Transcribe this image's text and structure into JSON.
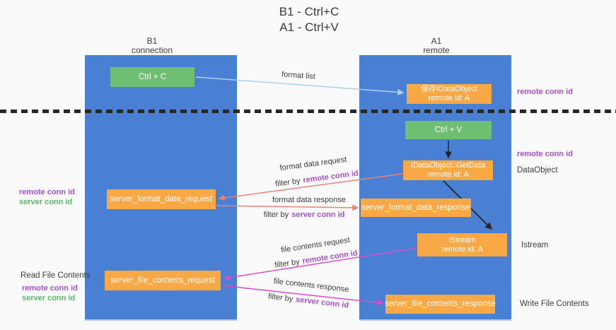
{
  "title": {
    "line1": "B1 - Ctrl+C",
    "line2": "A1 - Ctrl+V"
  },
  "columns": {
    "left": {
      "name": "B1",
      "role": "connection"
    },
    "right": {
      "name": "A1",
      "role": "remote"
    }
  },
  "nodes": {
    "ctrl_c": "Ctrl + C",
    "save_dataobject": {
      "line1": "保存IDataObject",
      "line2": "remote id: A"
    },
    "ctrl_v": "Ctrl + V",
    "getdata": {
      "line1": "IDataObject::GetData",
      "line2": "remote id: A"
    },
    "format_request": "server_format_data_request",
    "format_response": "server_format_data_response",
    "istream": {
      "line1": "IStream",
      "line2": "remote id: A"
    },
    "file_request": "server_file_contents_request",
    "file_response": "server_file_contents_response"
  },
  "labels": {
    "remote_conn_id": "remote conn id",
    "server_conn_id": "server conn id",
    "dataobject": "DataObject",
    "istream": "Istream",
    "read_file_contents": "Read File Contents",
    "write_file_contents": "Write File Contents"
  },
  "arrow_labels": {
    "format_list": "format list",
    "format_data_request": "format data request",
    "format_data_response": "format data response",
    "file_contents_request": "file contents request",
    "file_contents_response": "file contents response",
    "filter_by": "filter by"
  },
  "colors": {
    "column_blue": "#4a80d4",
    "box_green": "#6fbe72",
    "box_orange": "#f8a845",
    "arrow_light_blue": "#a9d2ef",
    "arrow_red": "#e8837a",
    "arrow_magenta": "#d24fc6",
    "arrow_black": "#262626",
    "text_purple": "#a64fd0",
    "text_green": "#58b766"
  }
}
